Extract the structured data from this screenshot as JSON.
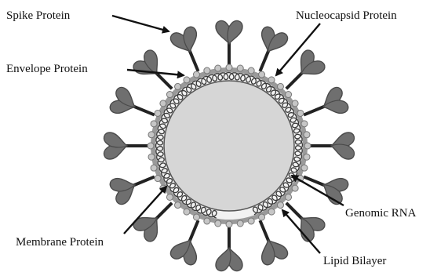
{
  "diagram": {
    "labels": {
      "spike_protein": "Spike Protein",
      "nucleocapsid_protein": "Nucleocapsid Protein",
      "envelope_protein": "Envelope Protein",
      "genomic_rna": "Genomic RNA",
      "membrane_protein": "Membrane Protein",
      "lipid_bilayer": "Lipid Bilayer"
    },
    "colors": {
      "spike_fill": "#6f6f6f",
      "spike_dark": "#4a4a4a",
      "stalk": "#222222",
      "membrane": "#9a9a9a",
      "bead": "#c6c6c6",
      "interior": "#d6d6d6",
      "rna_coil": "#3a3a3a"
    },
    "icons": [
      "spike-protein-icon",
      "membrane-bead-icon",
      "rna-coil-icon"
    ]
  }
}
